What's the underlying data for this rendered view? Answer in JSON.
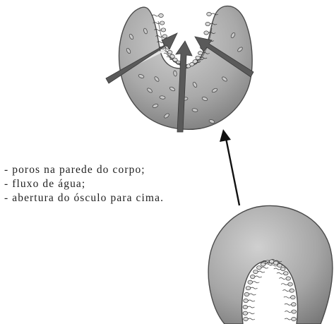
{
  "caption": {
    "lines": [
      "- poros na parede do corpo;",
      "- fluxo de água;",
      "- abertura do ósculo para cima."
    ]
  },
  "colors": {
    "body_light": "#b9b9b9",
    "body_dark": "#8a8a8a",
    "outline": "#4a4a4a",
    "arrow": "#5a5a5a",
    "pore": "#9c9c9c",
    "cell": "#d9d9d9"
  }
}
